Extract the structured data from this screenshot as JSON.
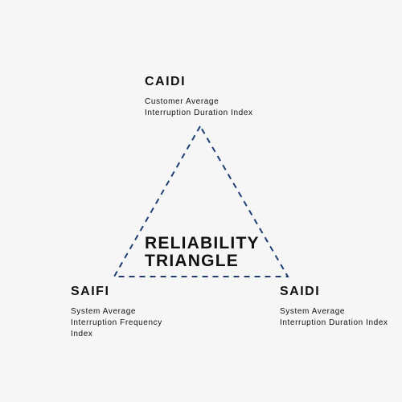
{
  "diagram": {
    "center_title": [
      "RELIABILITY",
      "TRIANGLE"
    ],
    "nodes": {
      "caidi": {
        "title": "CAIDI",
        "desc": [
          "Customer Average",
          "Interruption Duration Index"
        ]
      },
      "saifi": {
        "title": "SAIFI",
        "desc": [
          "System Average",
          "Interruption Frequency",
          "Index"
        ]
      },
      "saidi": {
        "title": "SAIDI",
        "desc": [
          "System Average",
          "Interruption Duration Index"
        ]
      }
    },
    "colors": {
      "edge": "#1f3f73",
      "background": "#f6f6f6",
      "text": "#111111"
    }
  }
}
